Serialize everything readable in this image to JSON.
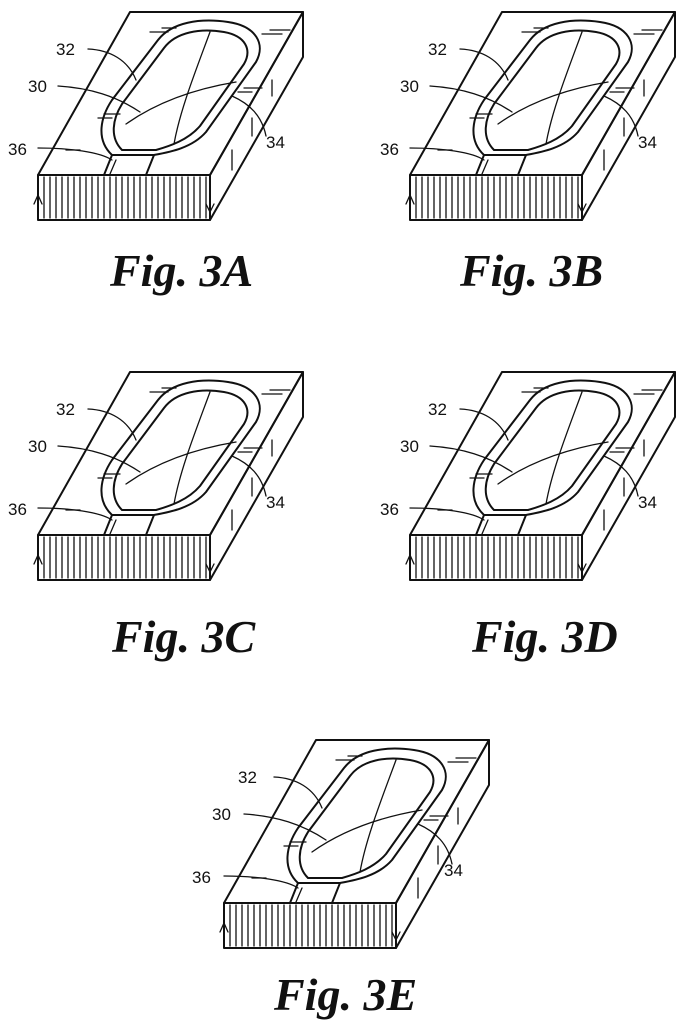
{
  "figures": [
    {
      "id": "3A",
      "caption": "Fig. 3A",
      "labels": {
        "l32": "32",
        "l30": "30",
        "l36": "36",
        "l34": "34"
      }
    },
    {
      "id": "3B",
      "caption": "Fig. 3B",
      "labels": {
        "l32": "32",
        "l30": "30",
        "l36": "36",
        "l34": "34"
      }
    },
    {
      "id": "3C",
      "caption": "Fig. 3C",
      "labels": {
        "l32": "32",
        "l30": "30",
        "l36": "36",
        "l34": "34"
      }
    },
    {
      "id": "3D",
      "caption": "Fig. 3D",
      "labels": {
        "l32": "32",
        "l30": "30",
        "l36": "36",
        "l34": "34"
      }
    },
    {
      "id": "3E",
      "caption": "Fig. 3E",
      "labels": {
        "l32": "32",
        "l30": "30",
        "l36": "36",
        "l34": "34"
      }
    }
  ],
  "colors": {
    "ink": "#111111",
    "paper": "#ffffff"
  }
}
